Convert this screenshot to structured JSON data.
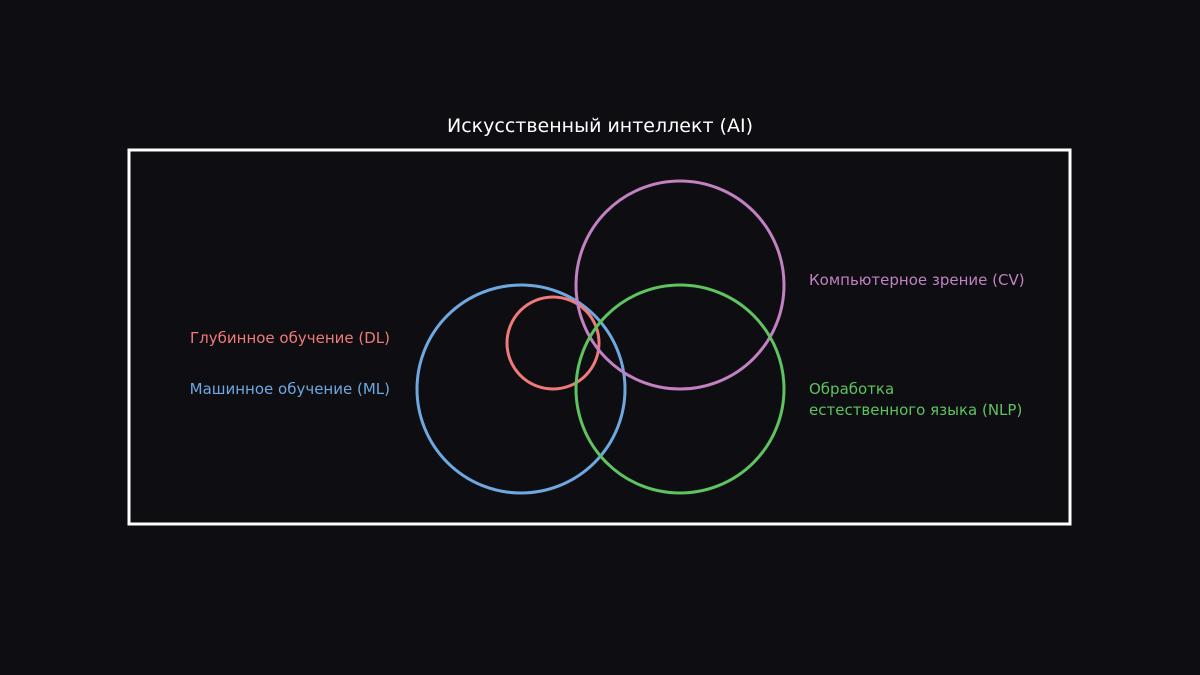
{
  "title": "Искусственный интеллект (AI)",
  "regions": [
    {
      "id": "dl",
      "label_lines": [
        "Глубинное обучение (DL)"
      ],
      "color": "#f07a7a"
    },
    {
      "id": "ml",
      "label_lines": [
        "Машинное обучение (ML)"
      ],
      "color": "#6fa8e0"
    },
    {
      "id": "cv",
      "label_lines": [
        "Компьютерное зрение (CV)"
      ],
      "color": "#c281c2"
    },
    {
      "id": "nlp",
      "label_lines": [
        "Обработка",
        "естественного языка (NLP)"
      ],
      "color": "#5fc35f"
    }
  ],
  "frame_color": "#ffffff",
  "background_color": "#0d0d12"
}
